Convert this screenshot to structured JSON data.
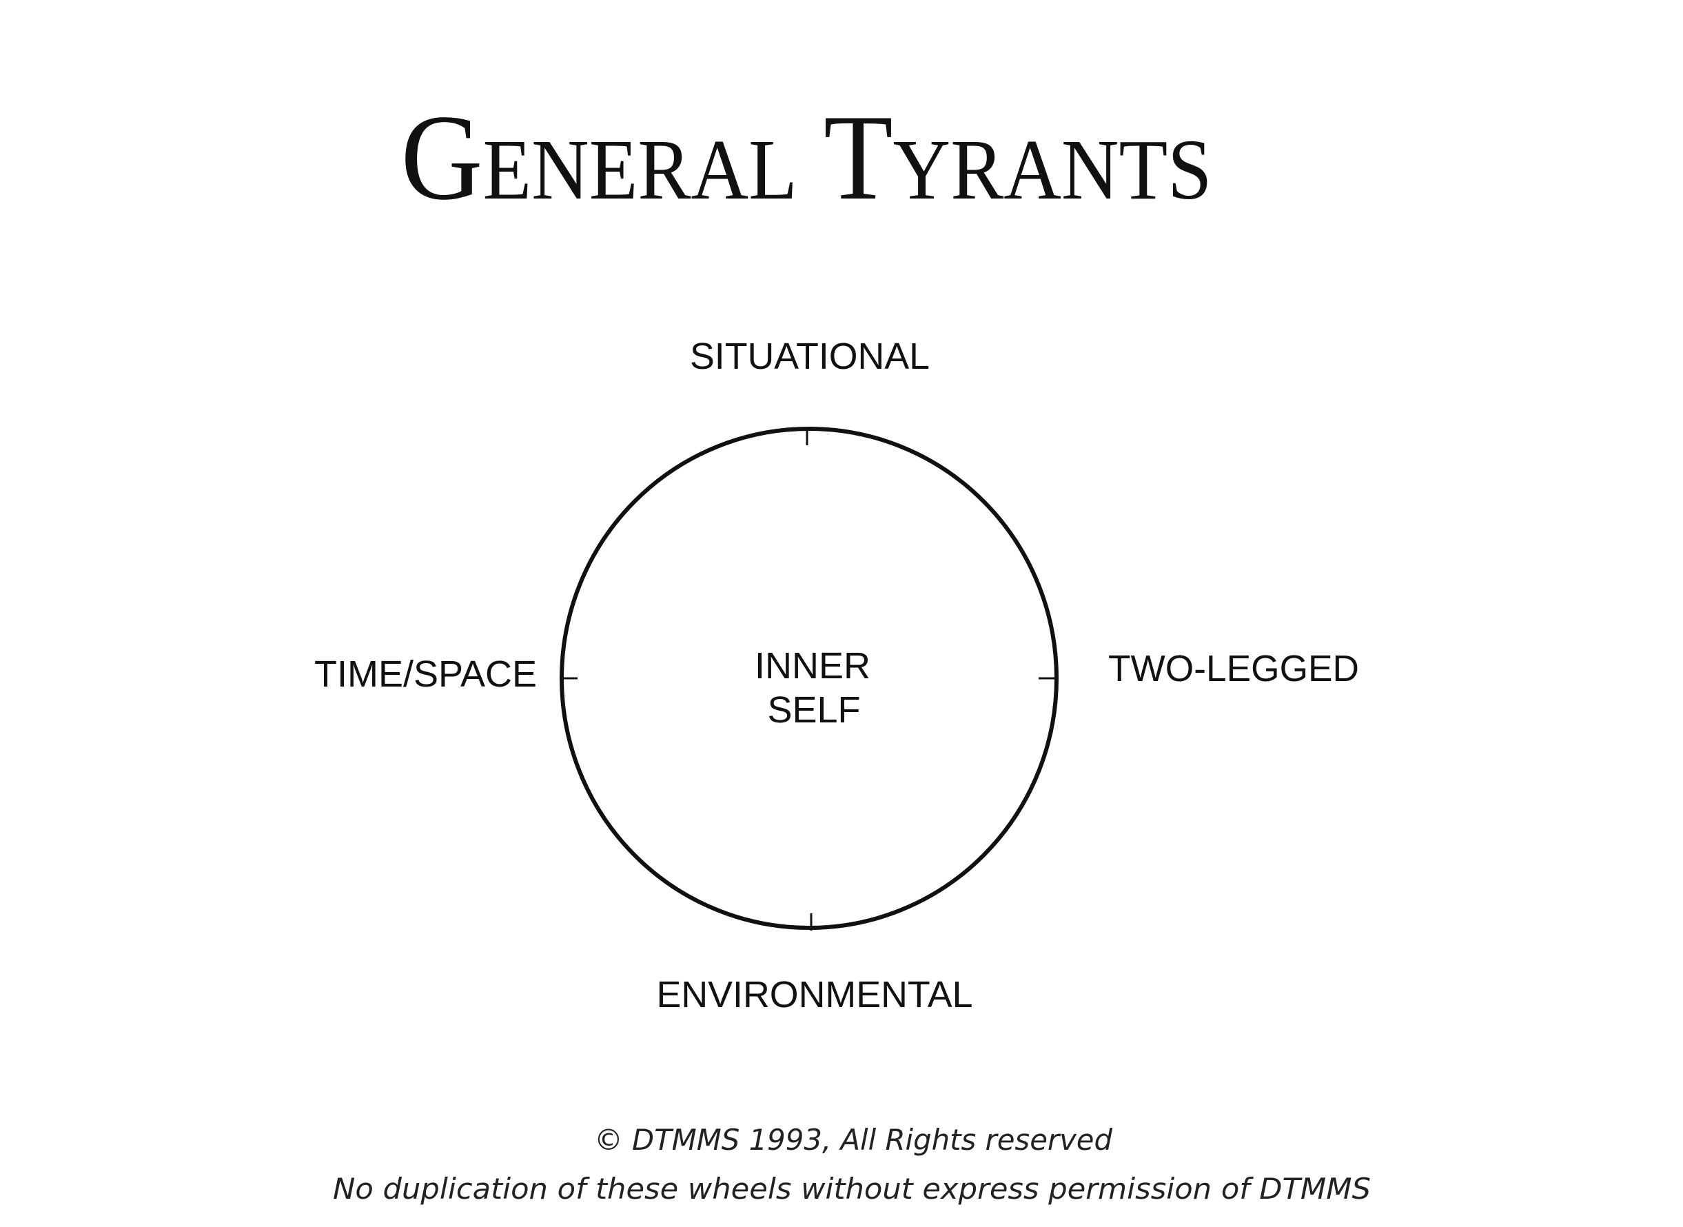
{
  "title": "General Tyrants",
  "diagram": {
    "center": [
      "INNER",
      "SELF"
    ],
    "top": "SITUATIONAL",
    "left": "TIME/SPACE",
    "right": "TWO-LEGGED",
    "bottom": "ENVIRONMENTAL"
  },
  "footer": {
    "copyright": "© DTMMS 1993, All Rights reserved",
    "notice": "No duplication of these wheels without express permission of DTMMS"
  }
}
